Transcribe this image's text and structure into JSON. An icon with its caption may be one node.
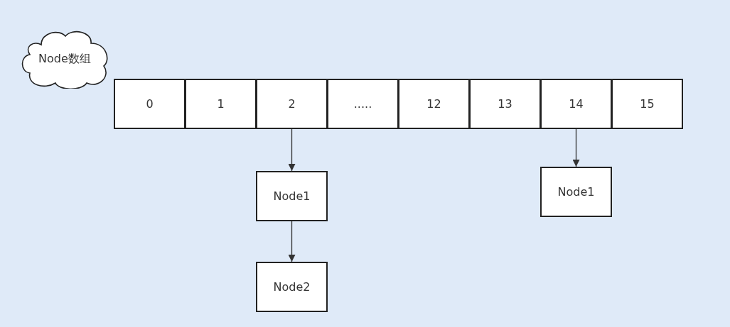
{
  "diagram": {
    "nodes": [
      {
        "text": [
          "Node数组"
        ]
      },
      {
        "text": [
          "0"
        ]
      },
      {
        "text": [
          "1"
        ]
      },
      {
        "text": [
          "2"
        ]
      },
      {
        "text": [
          "....."
        ]
      },
      {
        "text": [
          "12"
        ]
      },
      {
        "text": [
          "13"
        ]
      },
      {
        "text": [
          "14"
        ]
      },
      {
        "text": [
          "15"
        ]
      },
      {
        "text": [
          "Node1"
        ]
      },
      {
        "text": [
          "Node2"
        ]
      },
      {
        "text": [
          "Node1"
        ]
      }
    ],
    "edges": [
      {
        "from": 3,
        "to": 9,
        "arrow": "to"
      },
      {
        "from": 9,
        "to": 10,
        "arrow": "to"
      },
      {
        "from": 7,
        "to": 11,
        "arrow": "to"
      }
    ]
  }
}
